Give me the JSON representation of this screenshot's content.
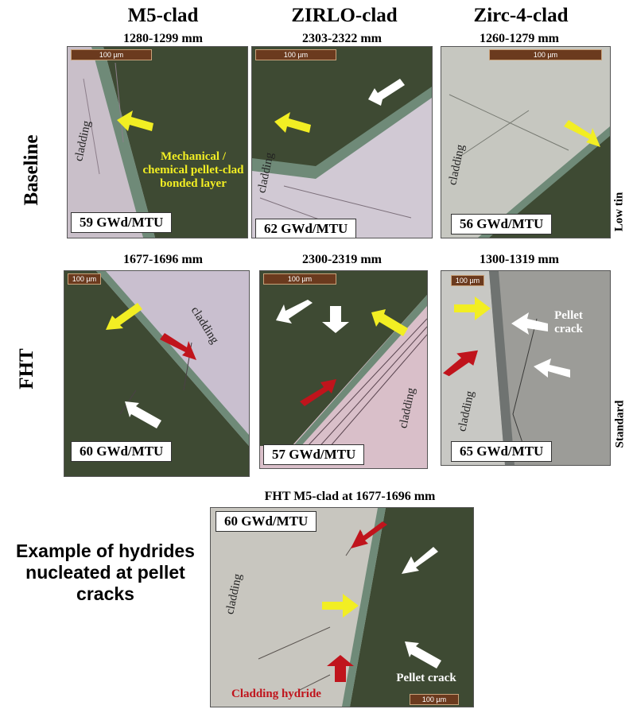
{
  "columns": {
    "m5": "M5-clad",
    "zirlo": "ZIRLO-clad",
    "zirc4": "Zirc-4-clad"
  },
  "rows": {
    "baseline": "Baseline",
    "fht": "FHT"
  },
  "right_labels": {
    "baseline": "Low tin",
    "fht": "Standard"
  },
  "scale_bar": "100 µm",
  "cladding": "cladding",
  "panels": {
    "b1": {
      "range": "1280-1299 mm",
      "burnup": "59 GWd/MTU"
    },
    "b2": {
      "range": "2303-2322 mm",
      "burnup": "62 GWd/MTU"
    },
    "b3": {
      "range": "1260-1279 mm",
      "burnup": "56 GWd/MTU"
    },
    "f1": {
      "range": "1677-1696 mm",
      "burnup": "60 GWd/MTU"
    },
    "f2": {
      "range": "2300-2319 mm",
      "burnup": "57 GWd/MTU"
    },
    "f3": {
      "range": "1300-1319 mm",
      "burnup": "65 GWd/MTU"
    },
    "bottom": {
      "title": "FHT M5-clad at 1677-1696 mm",
      "burnup": "60 GWd/MTU"
    }
  },
  "annotations": {
    "bonded_layer": "Mechanical / chemical pellet-clad bonded layer",
    "pellet_crack_f3": "Pellet crack",
    "pellet_crack_bottom": "Pellet crack",
    "cladding_hydride": "Cladding hydride"
  },
  "example_text": "Example of hydrides nucleated at pellet cracks",
  "colors": {
    "yellow_arrow": "#f2ee23",
    "red_arrow": "#c0141c",
    "white_arrow": "#ffffff",
    "cladding": "#c9bfc9",
    "fuel": "#3e4a33",
    "bond": "#6f8a78"
  }
}
